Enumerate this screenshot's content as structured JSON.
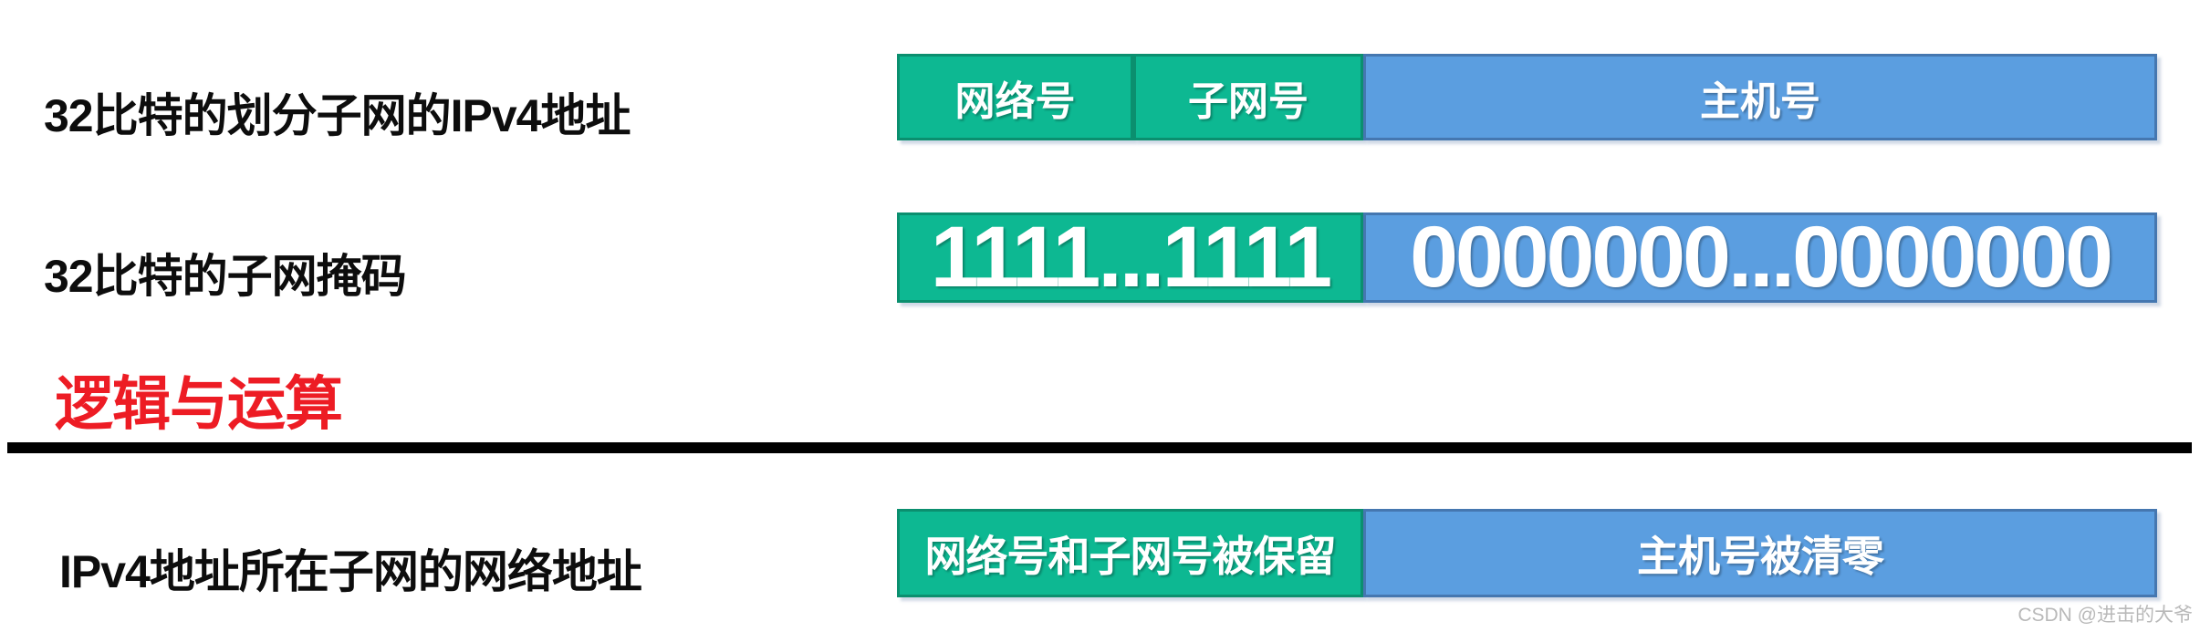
{
  "colors": {
    "segment_green": "#0db892",
    "segment_green_border": "#0b8f6f",
    "segment_blue": "#5b9ee0",
    "segment_blue_border": "#4577b0",
    "operation_red": "#ed1c24",
    "divider_black": "#000000",
    "watermark_gray": "#b9b9b9"
  },
  "rows": [
    {
      "label": "32比特的划分子网的IPv4地址",
      "segments": [
        {
          "text": "网络号"
        },
        {
          "text": "子网号"
        },
        {
          "text": "主机号"
        }
      ]
    },
    {
      "label": "32比特的子网掩码",
      "segments": [
        {
          "text": "1111...1111"
        },
        {
          "text": "0000000...0000000"
        }
      ]
    },
    {
      "label": "IPv4地址所在子网的网络地址",
      "segments": [
        {
          "text": "网络号和子网号被保留"
        },
        {
          "text": "主机号被清零"
        }
      ]
    }
  ],
  "operation": {
    "label": "逻辑与运算"
  },
  "watermark": "CSDN @进击的大爷"
}
